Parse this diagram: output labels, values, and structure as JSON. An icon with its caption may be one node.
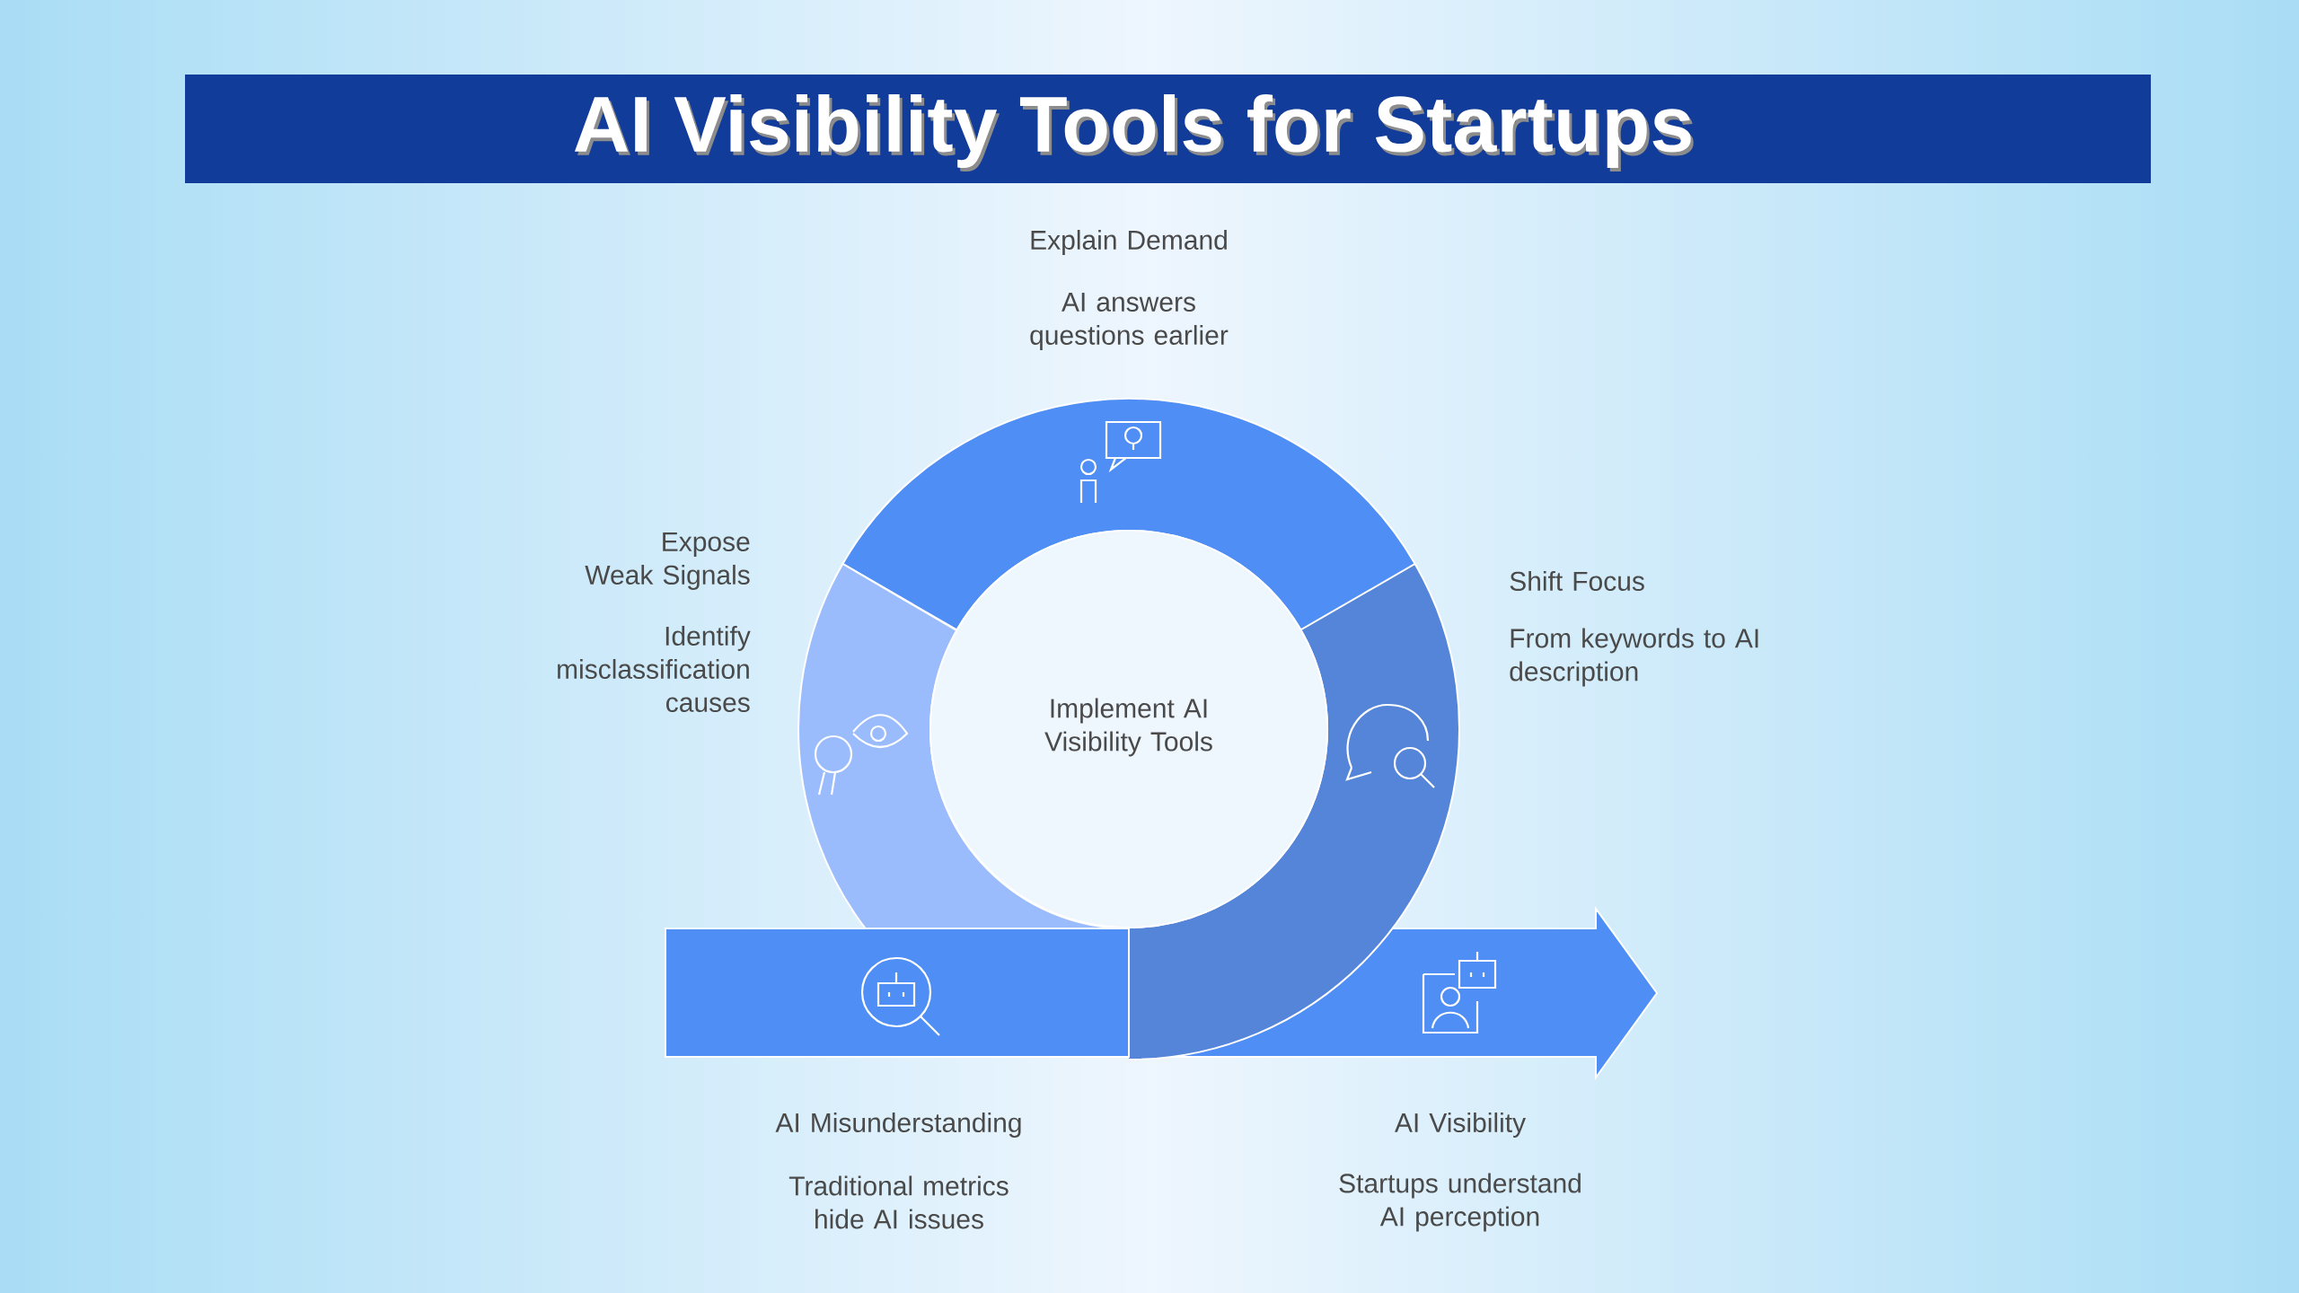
{
  "diagram": {
    "title": "AI Visibility Tools for Startups",
    "nodes": [
      {
        "text": [
          "Explain Demand",
          "AI answers questions earlier"
        ]
      },
      {
        "text": [
          "Expose Weak Signals",
          "Identify misclassification causes"
        ]
      },
      {
        "text": [
          "Implement AI Visibility Tools"
        ]
      },
      {
        "text": [
          "Shift Focus",
          "From keywords to AI description"
        ]
      },
      {
        "text": [
          "AI Misunderstanding",
          "Traditional metrics hide AI issues"
        ]
      },
      {
        "text": [
          "AI Visibility",
          "Startups understand AI perception"
        ]
      }
    ]
  }
}
